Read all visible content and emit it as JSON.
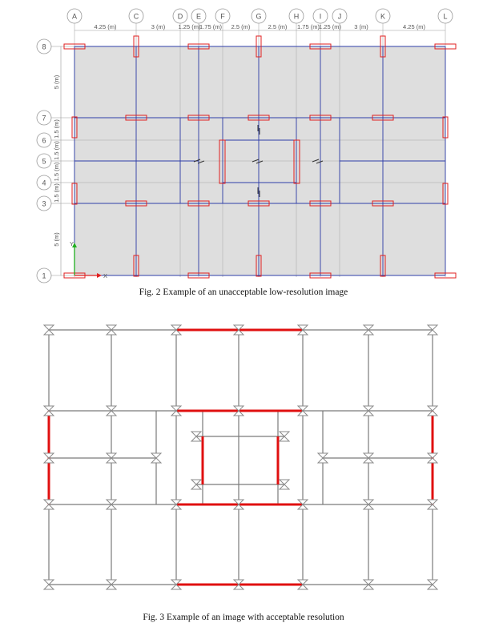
{
  "figure2": {
    "caption": "Fig. 2  Example of an unacceptable low-resolution image",
    "grid_x_labels": [
      "A",
      "C",
      "D",
      "E",
      "F",
      "G",
      "H",
      "I",
      "J",
      "K",
      "L"
    ],
    "grid_y_labels": [
      "8",
      "7",
      "6",
      "5",
      "4",
      "3",
      "1"
    ],
    "x_dimensions": [
      "4.25 (m)",
      "3 (m)",
      "1.25 (m)",
      "1.75 (m)",
      "2.5 (m)",
      "2.5 (m)",
      "1.75 (m)",
      "1.25 (m)",
      "3 (m)",
      "4.25 (m)"
    ],
    "y_dimensions": [
      "5 (m)",
      "1.5 (m)",
      "1.5 (m)",
      "1.5 (m)",
      "1.5 (m)",
      "5 (m)"
    ],
    "axis_x_label": "X",
    "axis_y_label": "Y",
    "colors": {
      "background": "#dedede",
      "beam": "#2e3da8",
      "column": "#e02020",
      "axis_x": "#e02020",
      "axis_y": "#20b020"
    }
  },
  "figure3": {
    "caption": "Fig. 3  Example of an image with acceptable resolution",
    "colors": {
      "frame": "#7a7a7a",
      "highlight": "#e01010"
    }
  }
}
